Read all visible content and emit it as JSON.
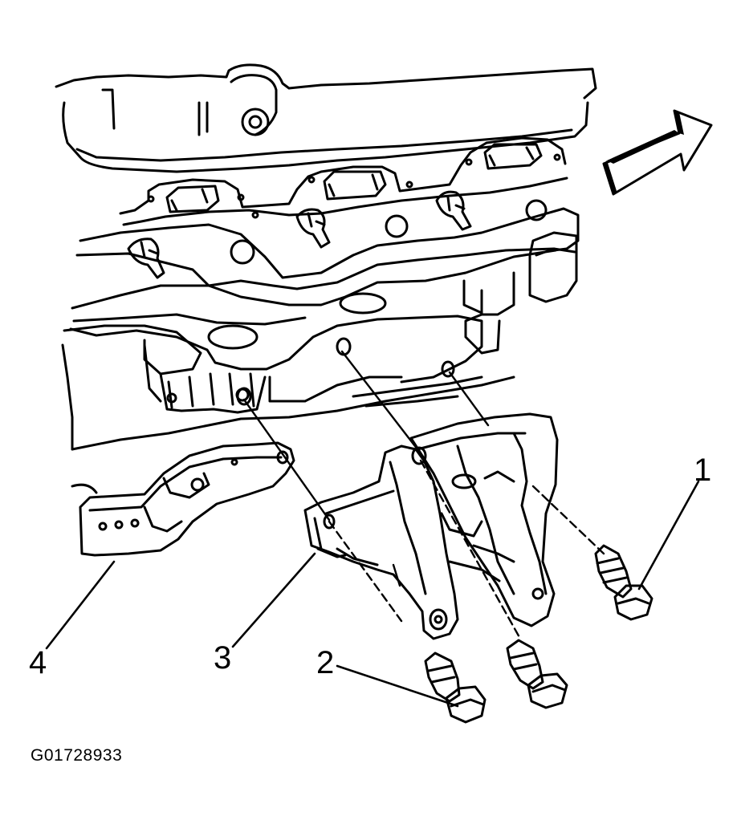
{
  "callouts": [
    {
      "id": "1",
      "label": "1"
    },
    {
      "id": "2",
      "label": "2"
    },
    {
      "id": "3",
      "label": "3"
    },
    {
      "id": "4",
      "label": "4"
    }
  ],
  "figure_id": "G01728933",
  "colors": {
    "line": "#000000",
    "background": "#ffffff"
  },
  "icons": {
    "direction_arrow": "forward-arrow-icon"
  }
}
